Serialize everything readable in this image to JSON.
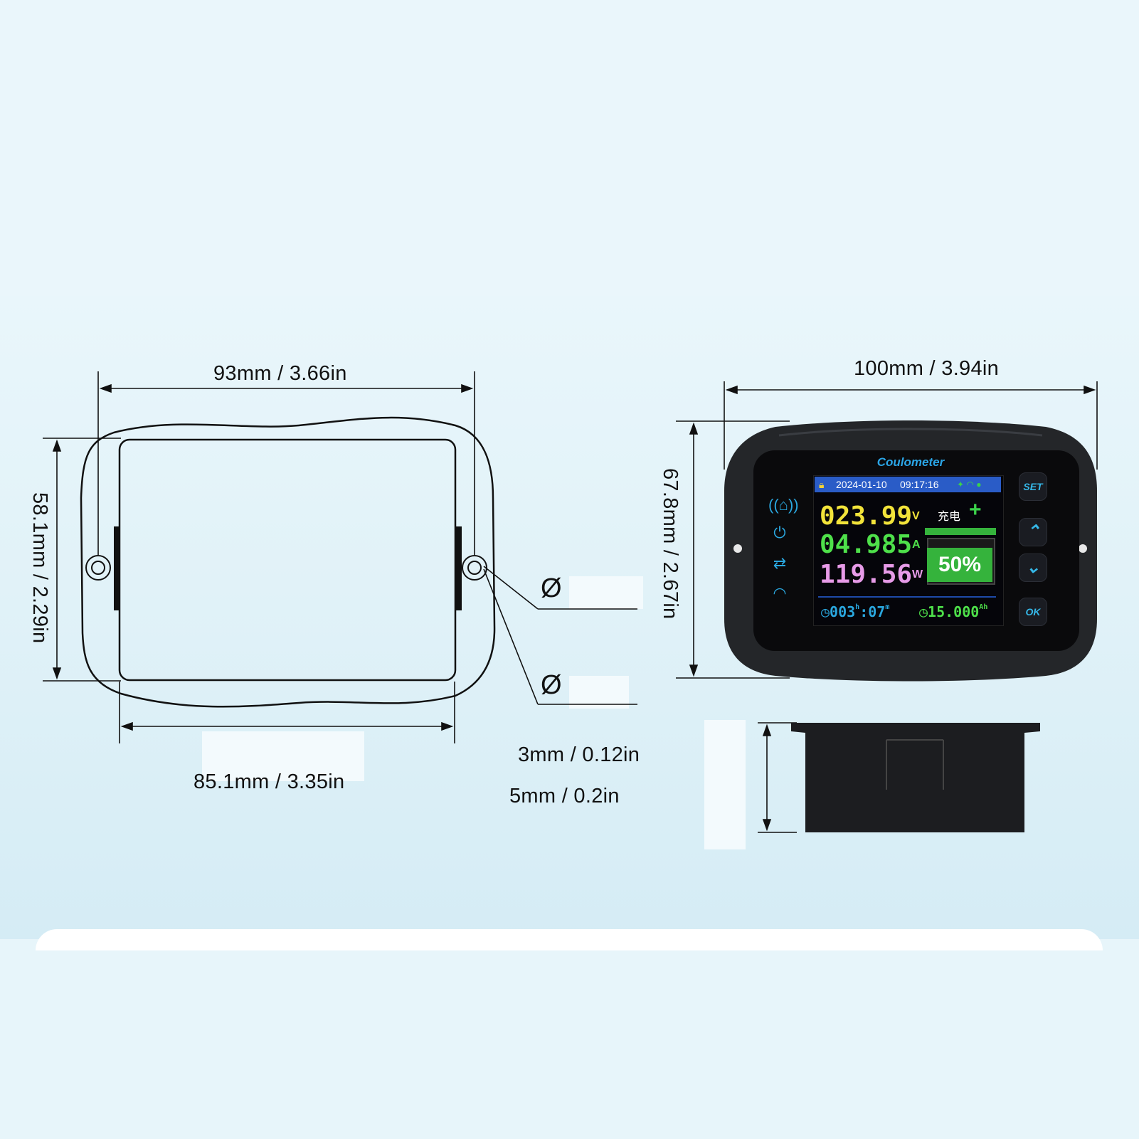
{
  "dimensions": {
    "top_width": "93mm / 3.66in",
    "height": "58.1mm / 2.29in",
    "inner_width": "85.1mm / 3.35in",
    "hole_small": "3mm / 0.12in",
    "hole_large": "5mm / 0.2in",
    "device_width": "100mm / 3.94in",
    "device_height": "67.8mm / 2.67in",
    "diameter_symbol": "Ø"
  },
  "device_screen": {
    "title": "Coulometer",
    "date": "2024-01-10",
    "time": "09:17:16",
    "voltage": "023.99",
    "voltage_unit": "V",
    "current": "04.985",
    "current_unit": "A",
    "power": "119.56",
    "power_unit": "W",
    "charge_label": "充电",
    "charge_sign": "+",
    "battery_percent": "50%",
    "runtime_h": "003",
    "runtime_h_unit": "h",
    "runtime_m": ":07",
    "runtime_m_unit": "m",
    "capacity": "15.000",
    "capacity_unit": "Ah"
  },
  "buttons": {
    "set": "SET",
    "up": "⌃",
    "down": "⌄",
    "ok": "OK"
  },
  "icons": [
    "alarm-icon",
    "power-icon",
    "connection-icon",
    "wifi-icon",
    "lock-icon",
    "clock-icon",
    "timer-icon"
  ],
  "colors": {
    "voltage": "#f2e33a",
    "current": "#4ee04a",
    "power": "#e79be8",
    "accent": "#2aa7df",
    "status_bar": "#2a5cc7",
    "battery": "#35b33c"
  }
}
